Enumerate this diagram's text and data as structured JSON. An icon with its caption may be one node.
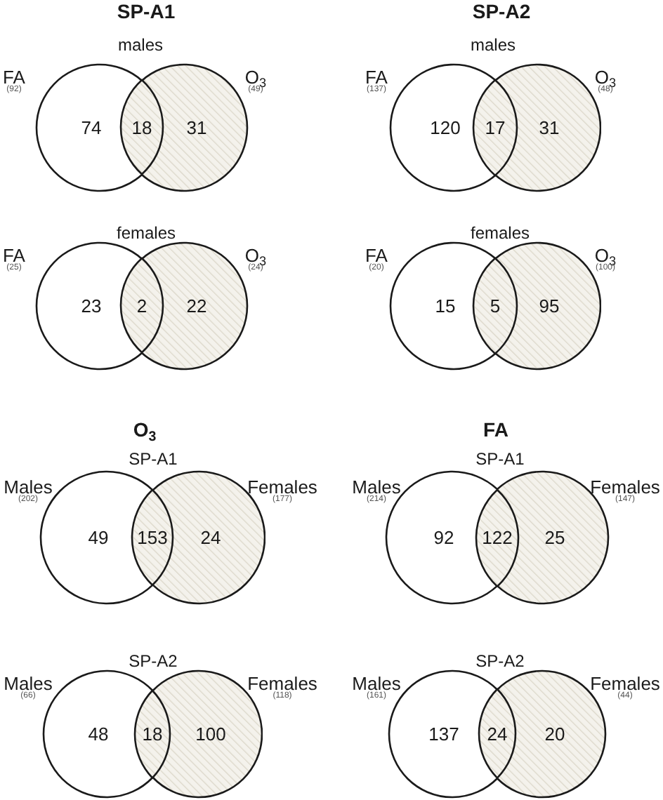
{
  "diagram": {
    "nodes": [
      {
        "text": [
          "74"
        ],
        "beside": [
          "FA",
          "(92)"
        ]
      },
      {
        "text": [
          "18"
        ]
      },
      {
        "text": [
          "31"
        ],
        "beside": [
          "O$_{3}$",
          "(49)"
        ]
      },
      {
        "text": [
          "120"
        ],
        "beside": [
          "FA",
          "(137)"
        ]
      },
      {
        "text": [
          "17"
        ]
      },
      {
        "text": [
          "31"
        ],
        "beside": [
          "O$_{3}$",
          "(48)"
        ]
      },
      {
        "text": [
          "23"
        ],
        "beside": [
          "FA",
          "(25)"
        ]
      },
      {
        "text": [
          "2"
        ]
      },
      {
        "text": [
          "22"
        ],
        "beside": [
          "O$_{3}$",
          "(24)"
        ]
      },
      {
        "text": [
          "15"
        ],
        "beside": [
          "FA",
          "(20)"
        ]
      },
      {
        "text": [
          "5"
        ]
      },
      {
        "text": [
          "95"
        ],
        "beside": [
          "O$_{3}$",
          "(100)"
        ]
      },
      {
        "text": [
          "49"
        ],
        "beside": [
          "Males",
          "(202)"
        ]
      },
      {
        "text": [
          "153"
        ]
      },
      {
        "text": [
          "24"
        ],
        "beside": [
          "Females",
          "(177)"
        ]
      },
      {
        "text": [
          "92"
        ],
        "beside": [
          "Males",
          "(214)"
        ]
      },
      {
        "text": [
          "122"
        ]
      },
      {
        "text": [
          "25"
        ],
        "beside": [
          "Females",
          "(147)"
        ]
      },
      {
        "text": [
          "48"
        ],
        "beside": [
          "Males",
          "(66)"
        ]
      },
      {
        "text": [
          "18"
        ]
      },
      {
        "text": [
          "100"
        ],
        "beside": [
          "Females",
          "(118)"
        ]
      },
      {
        "text": [
          "137"
        ],
        "beside": [
          "Males",
          "(161)"
        ]
      },
      {
        "text": [
          "24"
        ]
      },
      {
        "text": [
          "20"
        ],
        "beside": [
          "Females",
          "(44)"
        ]
      }
    ],
    "labels": [
      "SP-A1",
      "SP-A2",
      "males",
      "males",
      "females",
      "females",
      "O$_{3}$",
      "FA",
      "SP-A1",
      "SP-A1",
      "SP-A2",
      "SP-A2"
    ]
  }
}
